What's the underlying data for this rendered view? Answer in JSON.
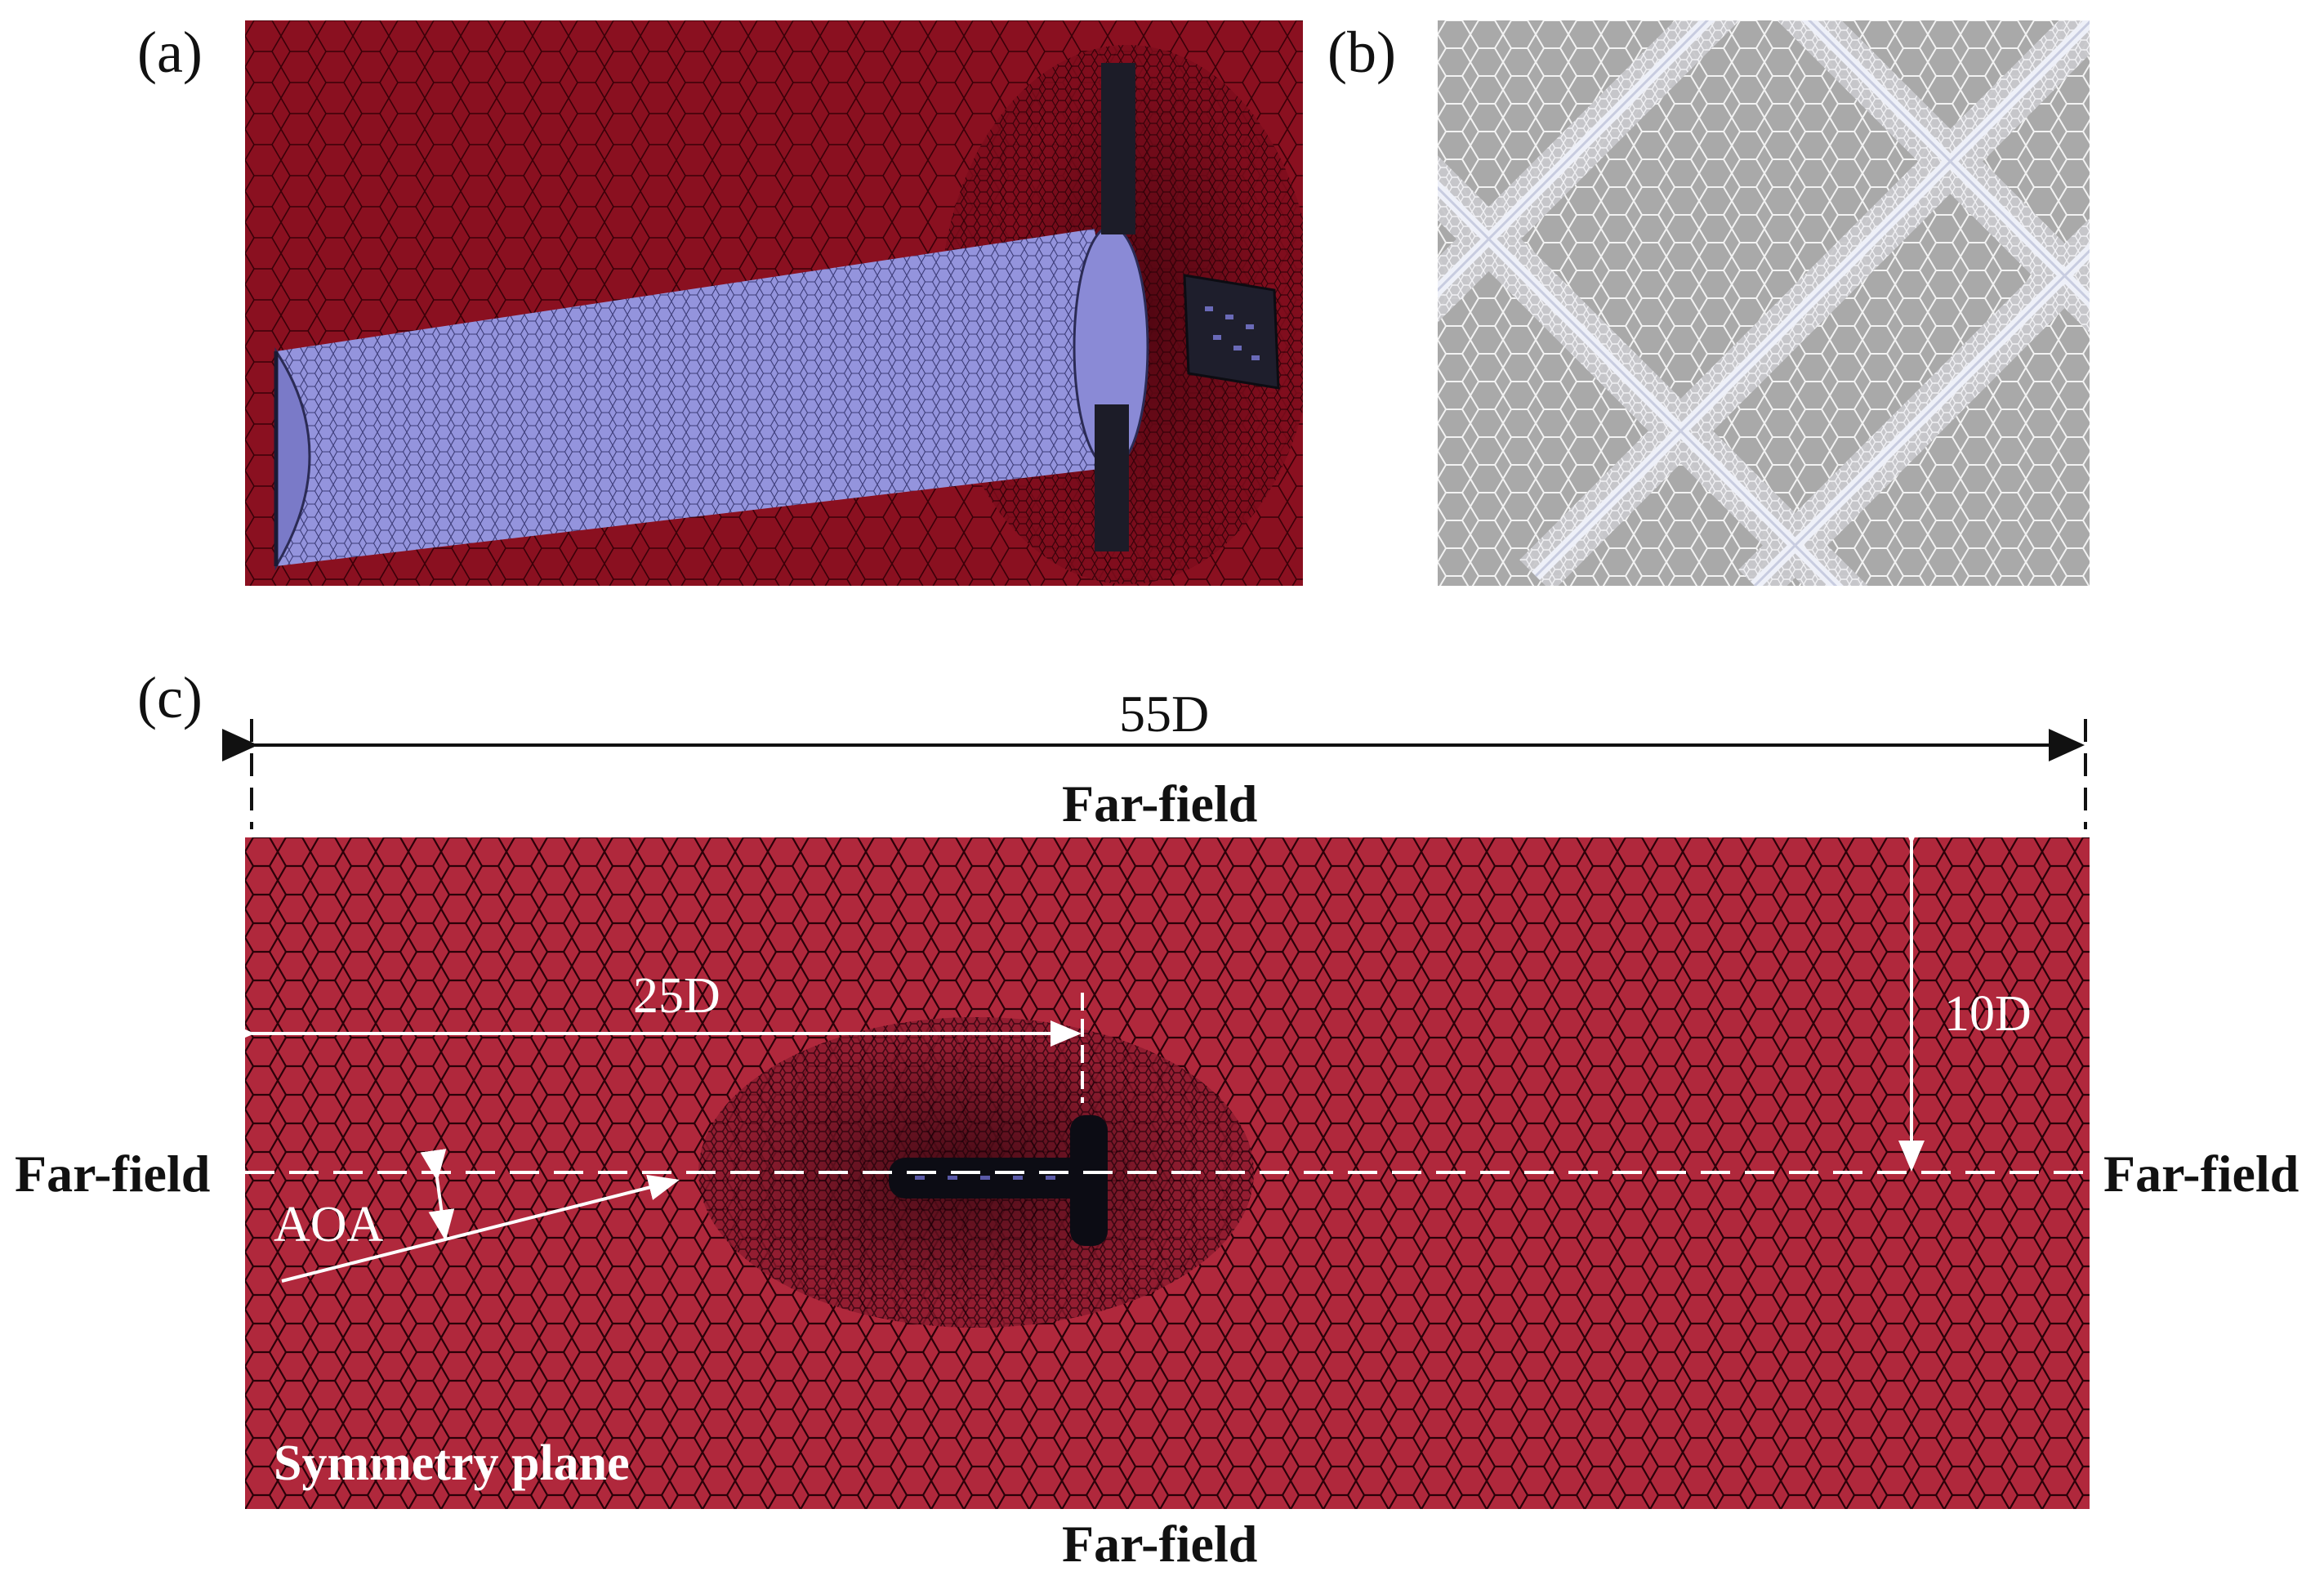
{
  "panels": {
    "a": {
      "label": "(a)"
    },
    "b": {
      "label": "(b)"
    },
    "c": {
      "label": "(c)"
    }
  },
  "annotations": {
    "width_55D": "55D",
    "dist_25D": "25D",
    "height_10D": "10D",
    "aoa": "AOA",
    "far_field_top": "Far-field",
    "far_field_left": "Far-field",
    "far_field_right": "Far-field",
    "far_field_bottom": "Far-field",
    "symmetry_plane": "Symmetry plane"
  },
  "colors": {
    "mesh_red": "#8a1020",
    "mesh_red_c": "#b0283c",
    "mesh_lines": "#3a0008",
    "body_blue": "#8f8fdc",
    "fins_dark": "#1c1c28",
    "grey_mesh": "#a9a9a9",
    "grey_light": "#e4e6ee"
  }
}
